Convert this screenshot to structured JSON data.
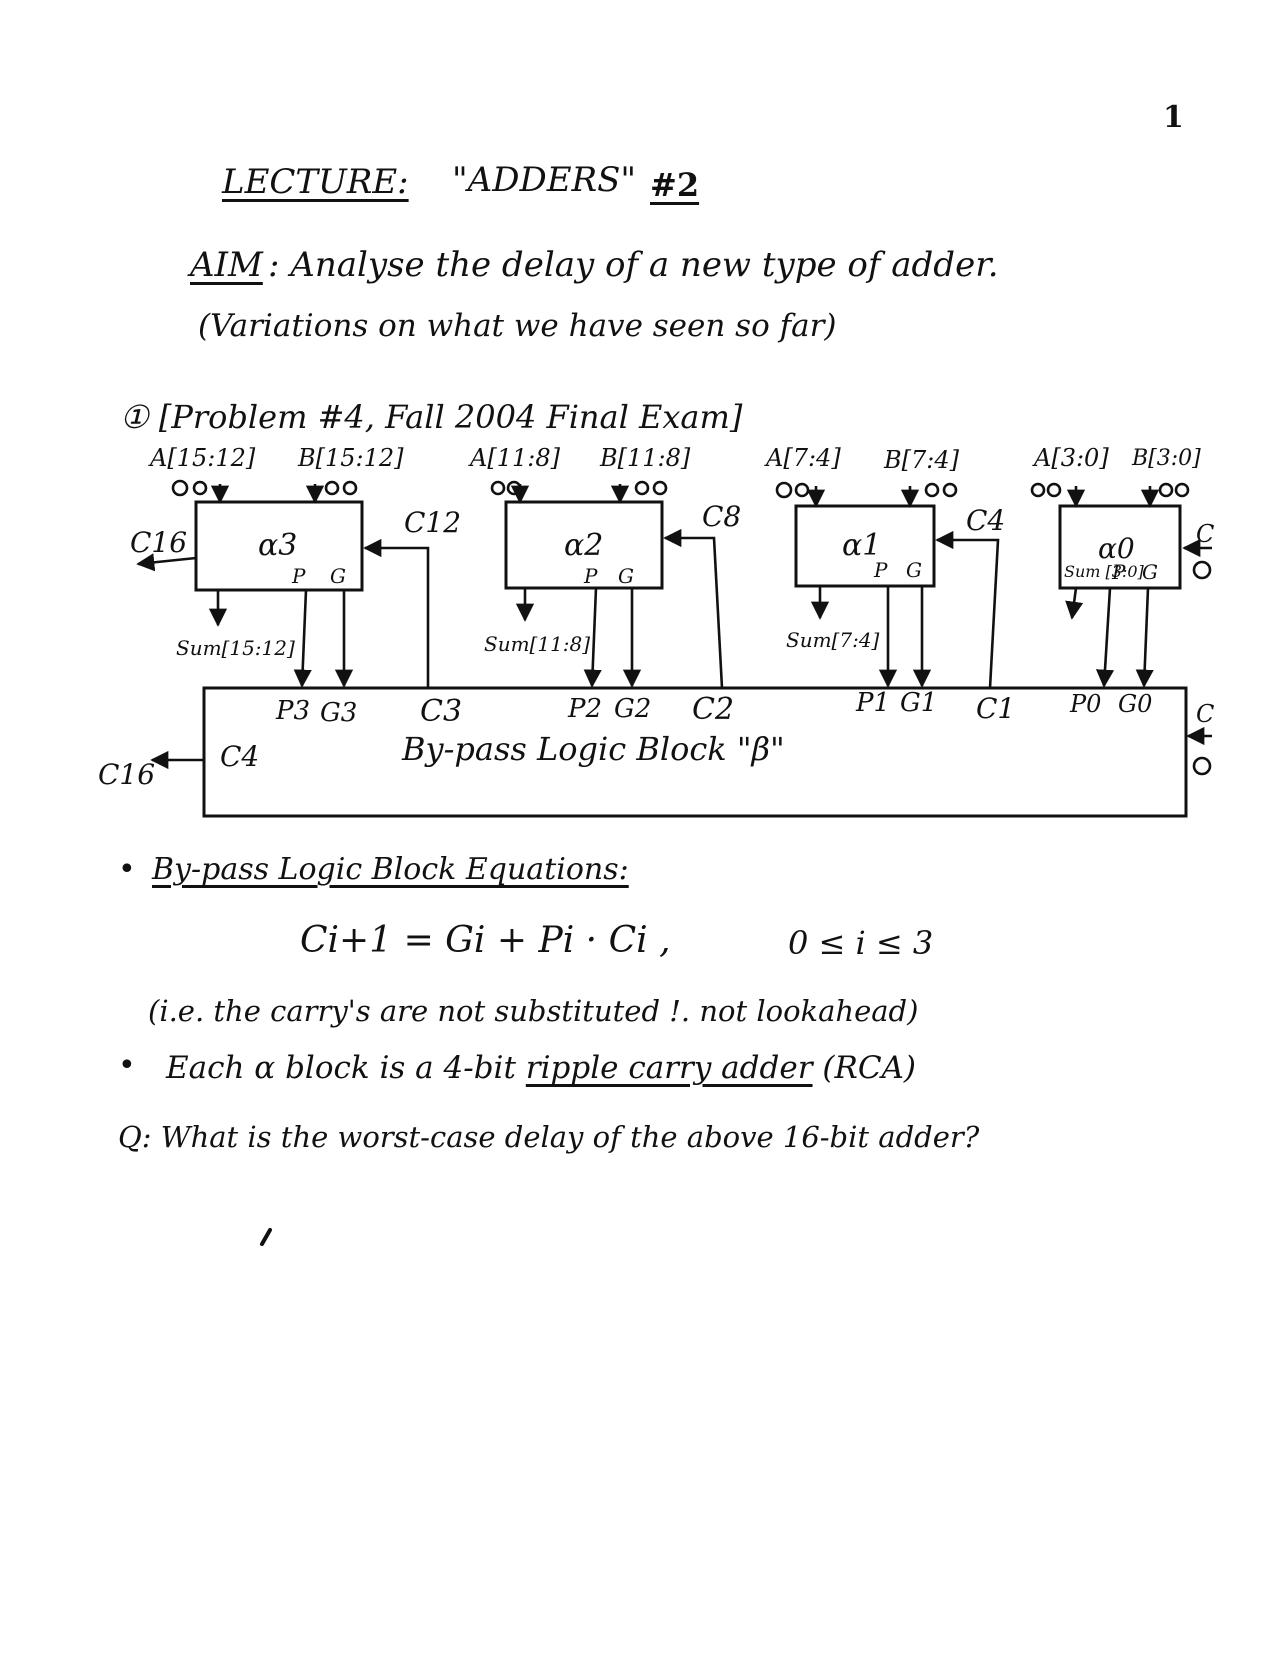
{
  "page_number": "1",
  "title": {
    "lecture": "LECTURE:",
    "topic": "\"ADDERS\"",
    "number": "#2"
  },
  "aim": {
    "label": "AIM",
    "text": ": Analyse the delay of a new type of adder.",
    "note": "(Variations on what we have seen so far)"
  },
  "problem": "① [Problem #4, Fall 2004 Final Exam]",
  "diagram": {
    "blocks": [
      {
        "name": "α3",
        "a_in": "A[15:12]",
        "b_in": "B[15:12]",
        "sum": "Sum[15:12]",
        "carry_in": "C12",
        "p": "P",
        "g": "G"
      },
      {
        "name": "α2",
        "a_in": "A[11:8]",
        "b_in": "B[11:8]",
        "sum": "Sum[11:8]",
        "carry_in": "C8",
        "p": "P",
        "g": "G"
      },
      {
        "name": "α1",
        "a_in": "A[7:4]",
        "b_in": "B[7:4]",
        "sum": "Sum[7:4]",
        "carry_in": "C4",
        "p": "P",
        "g": "G"
      },
      {
        "name": "α0",
        "a_in": "A[3:0]",
        "b_in": "B[3:0]",
        "sum": "Sum [3:0]",
        "carry_in": "C",
        "p": "P",
        "g": "G"
      }
    ],
    "carry_out_top": "C16",
    "carry_out_bottom": "C16",
    "bypass": {
      "title": "By-pass Logic Block \"β\"",
      "c_out": "C4",
      "ports": [
        "P3",
        "G3",
        "C3",
        "P2",
        "G2",
        "C2",
        "P1",
        "G1",
        "C1",
        "P0",
        "G0"
      ],
      "c_in": "C"
    }
  },
  "equations": {
    "heading": "By-pass Logic Block Equations:",
    "formula": "Ci+1 = Gi + Pi · Ci ,",
    "range": "0 ≤ i ≤ 3",
    "note": "(i.e. the carry's are not substituted !. not lookahead)",
    "bullet2_pre": "Each α block is a 4-bit ",
    "bullet2_ul": "ripple carry adder",
    "bullet2_post": " (RCA)",
    "question": "Q: What is the worst-case delay of the above 16-bit adder?"
  }
}
